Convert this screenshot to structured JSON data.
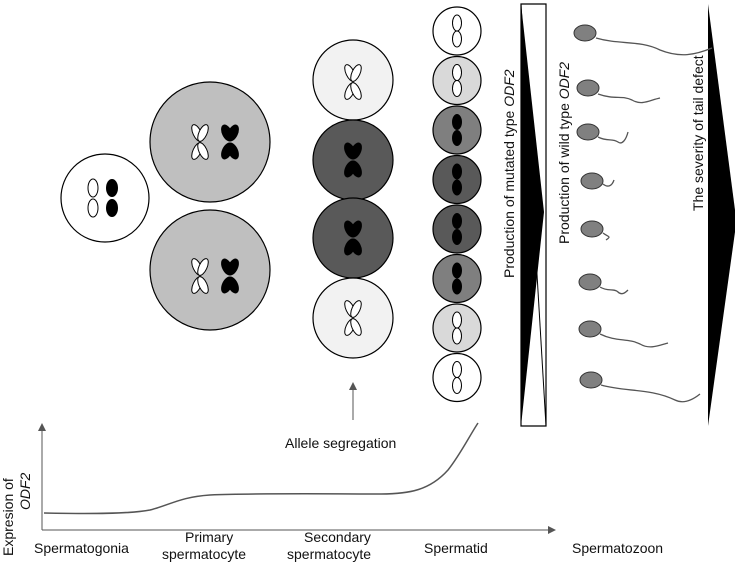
{
  "labels": {
    "spermatogonia": "Spermatogonia",
    "primary_line1": "Primary",
    "primary_line2": "spermatocyte",
    "secondary_line1": "Secondary",
    "secondary_line2": "spermatocyte",
    "spermatid": "Spermatid",
    "spermatozoon": "Spermatozoon",
    "allele_segregation": "Allele segregation",
    "yaxis_line1": "Expresion of",
    "yaxis_line2": "ODF2",
    "mutated_prefix": "Production of mutated type ",
    "mutated_gene": "ODF2",
    "wild_prefix": "Production of wild type ",
    "wild_gene": "ODF2",
    "severity": "The severity of tail defect"
  },
  "colors": {
    "cell_light": "#f2f2f2",
    "cell_white": "#ffffff",
    "cell_gray": "#bfbfbf",
    "cell_lightgray": "#d9d9d9",
    "cell_mid": "#7f7f7f",
    "cell_dark": "#595959",
    "sperm_head": "#808080",
    "ink": "#000000"
  },
  "spermatid_shades": [
    "white",
    "lightgray",
    "mid",
    "dark",
    "dark",
    "mid",
    "lightgray",
    "white"
  ],
  "expression_level": "low through spermatogonia and spermatocytes, sharp rise at spermatid stage",
  "tail_defect_severity": "highest in middle sperm, lowest at top and bottom"
}
